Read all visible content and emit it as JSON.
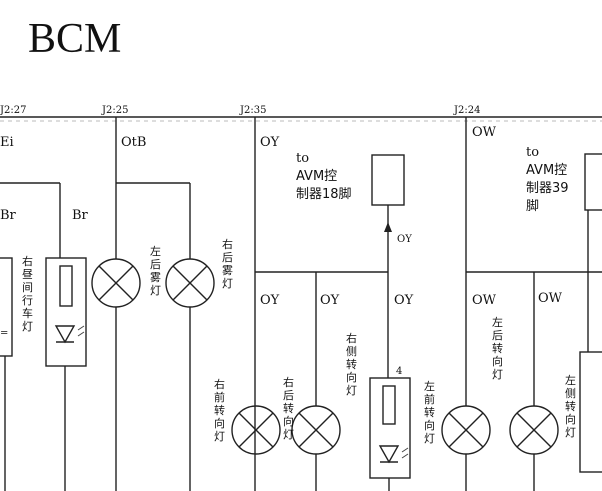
{
  "title": "BCM",
  "connectors": [
    "J2:27",
    "J2:25",
    "J2:35",
    "J2:24"
  ],
  "wire_colors": {
    "ei": "Ei",
    "otb": "OtB",
    "oy": "OY",
    "ow": "OW",
    "br1": "Br",
    "br2": "Br",
    "oy_a": "OY",
    "oy_b": "OY",
    "oy_c": "OY",
    "oy_d": "OY",
    "ow_a": "OW",
    "ow_b": "OW"
  },
  "modules": {
    "avm18": [
      "to",
      "AVM控",
      "制器18脚"
    ],
    "avm39": [
      "to",
      "AVM控",
      "制器39",
      "脚"
    ]
  },
  "components": {
    "right_drl": "右昼间行车灯",
    "left_rear_fog": "左后雾灯",
    "right_rear_fog": "右后雾灯",
    "right_front_turn": "右前转向灯",
    "right_rear_turn": "右后转向灯",
    "right_side_turn": "右侧转向灯",
    "left_front_turn": "左前转向灯",
    "left_rear_turn": "左后转向灯",
    "left_side_turn": "左侧转向灯"
  },
  "marks": {
    "terminal": "4"
  },
  "colors": {
    "line": "#222222",
    "background": "#ffffff"
  }
}
